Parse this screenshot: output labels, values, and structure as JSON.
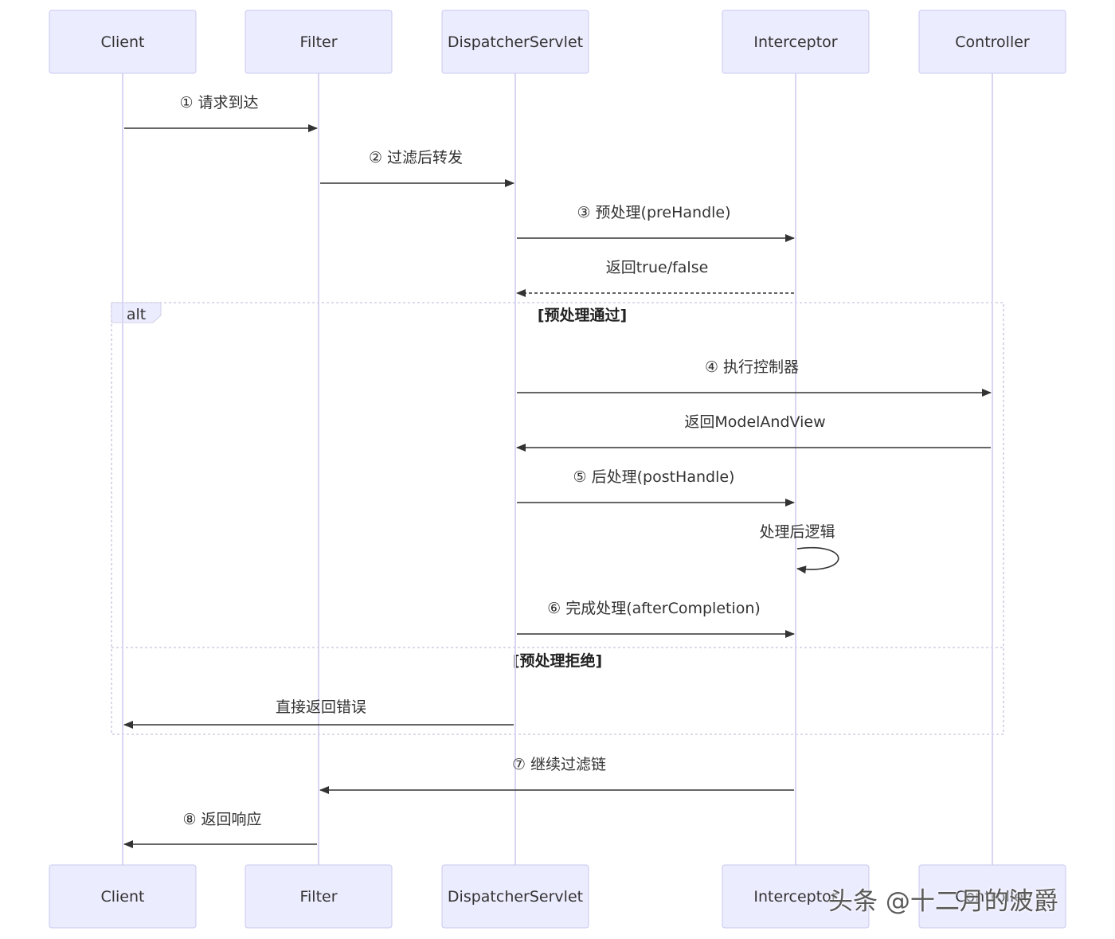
{
  "participants": [
    {
      "id": "client",
      "label": "Client"
    },
    {
      "id": "filter",
      "label": "Filter"
    },
    {
      "id": "dispatcher",
      "label": "DispatcherServlet"
    },
    {
      "id": "interceptor",
      "label": "Interceptor"
    },
    {
      "id": "controller",
      "label": "Controller"
    }
  ],
  "messages": [
    {
      "from": "client",
      "to": "filter",
      "label": "① 请求到达",
      "style": "solid"
    },
    {
      "from": "filter",
      "to": "dispatcher",
      "label": "② 过滤后转发",
      "style": "solid"
    },
    {
      "from": "dispatcher",
      "to": "interceptor",
      "label": "③ 预处理(preHandle)",
      "style": "solid"
    },
    {
      "from": "interceptor",
      "to": "dispatcher",
      "label": "返回true/false",
      "style": "dashed"
    },
    {
      "from": "dispatcher",
      "to": "controller",
      "label": "④ 执行控制器",
      "style": "solid"
    },
    {
      "from": "controller",
      "to": "dispatcher",
      "label": "返回ModelAndView",
      "style": "solid"
    },
    {
      "from": "dispatcher",
      "to": "interceptor",
      "label": "⑤ 后处理(postHandle)",
      "style": "solid"
    },
    {
      "from": "interceptor",
      "to": "interceptor",
      "label": "处理后逻辑",
      "style": "solid"
    },
    {
      "from": "dispatcher",
      "to": "interceptor",
      "label": "⑥ 完成处理(afterCompletion)",
      "style": "solid"
    },
    {
      "from": "dispatcher",
      "to": "client",
      "label": "直接返回错误",
      "style": "solid"
    },
    {
      "from": "interceptor",
      "to": "filter",
      "label": "⑦ 继续过滤链",
      "style": "solid"
    },
    {
      "from": "filter",
      "to": "client",
      "label": "⑧ 返回响应",
      "style": "solid"
    }
  ],
  "alt_block": {
    "tag": "alt",
    "condition_true": "[预处理通过]",
    "condition_false": "[预处理拒绝]"
  },
  "watermark": "头条 @十二月的波爵",
  "colors": {
    "actor_fill": "#ececff",
    "actor_border": "#c9c9ef",
    "lifeline": "#d8d6f2",
    "arrow": "#333333"
  }
}
